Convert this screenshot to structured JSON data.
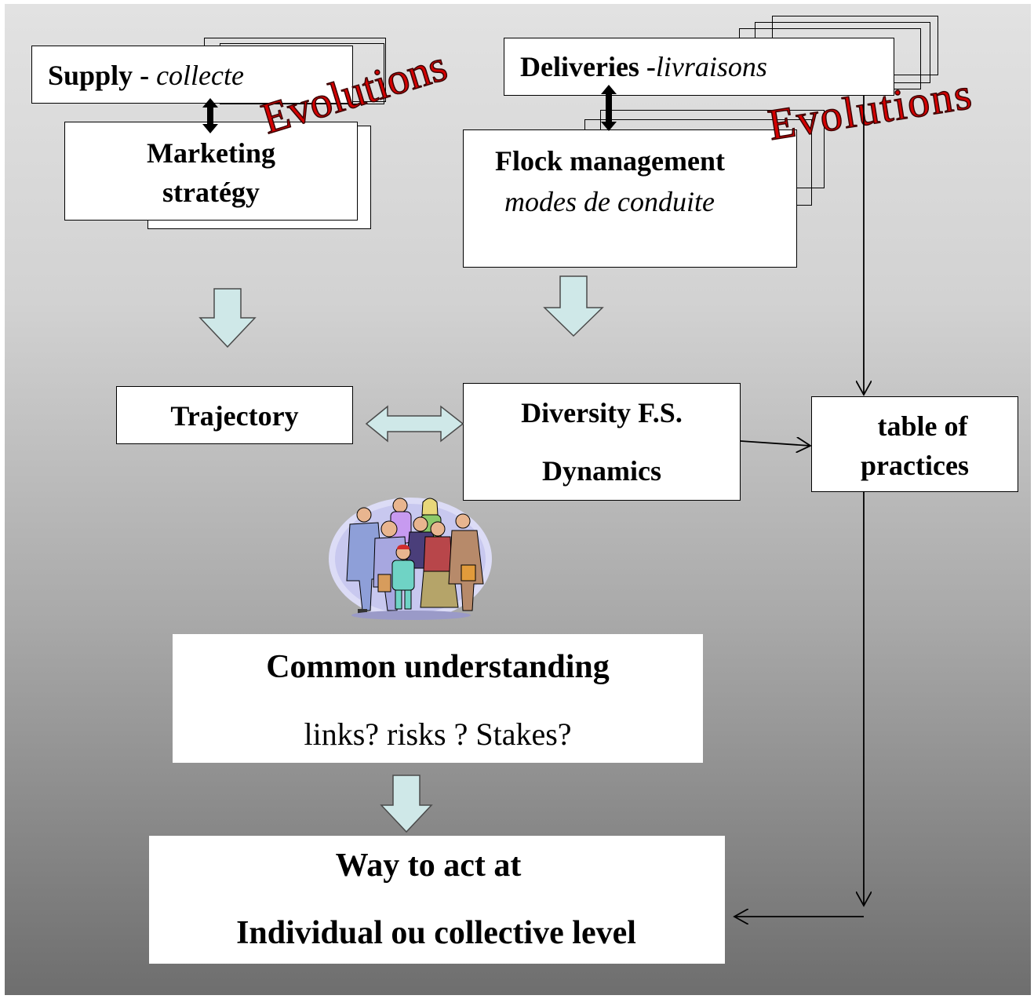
{
  "supply": {
    "bold": "Supply - ",
    "italic": "collecte"
  },
  "marketing": {
    "line1": "Marketing",
    "line2": "stratégy"
  },
  "deliveries": {
    "bold": "Deliveries -",
    "italic": "livraisons"
  },
  "flock": {
    "line1": "Flock management",
    "line2": "modes de conduite"
  },
  "evolutions_left": "Evolutions",
  "evolutions_right": "Evolutions",
  "trajectory": "Trajectory",
  "diversity": {
    "line1": "Diversity F.S.",
    "line2": "Dynamics"
  },
  "table_of_practices": {
    "line1": "table of",
    "line2": "practices"
  },
  "common": {
    "title": "Common understanding",
    "subtitle": "links? risks ? Stakes?"
  },
  "way": {
    "line1": "Way to act at",
    "line2": "Individual ou collective level"
  },
  "colors": {
    "block_arrow": "#cfe8e8",
    "evolutions": "#d40000",
    "background_top": "#e2e2e2",
    "background_bottom": "#6e6e6e"
  },
  "clipart": "group-of-people-clipart"
}
